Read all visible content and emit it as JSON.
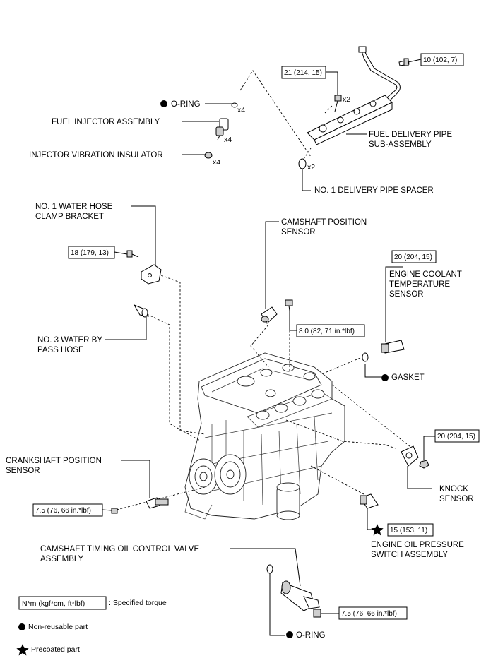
{
  "labels": {
    "o_ring_top": "O-RING",
    "x4_oring": "x4",
    "fuel_injector": "FUEL INJECTOR ASSEMBLY",
    "x4_injector": "x4",
    "injector_vibration": "INJECTOR VIBRATION INSULATOR",
    "x4_insulator": "x4",
    "x2_bolt": "x2",
    "fuel_pipe_l1": "FUEL DELIVERY PIPE",
    "fuel_pipe_l2": "SUB-ASSEMBLY",
    "x2_spacer": "x2",
    "delivery_spacer": "NO. 1 DELIVERY PIPE SPACER",
    "water_hose_bracket_l1": "NO. 1 WATER HOSE",
    "water_hose_bracket_l2": "CLAMP BRACKET",
    "camshaft_sensor_l1": "CAMSHAFT POSITION",
    "camshaft_sensor_l2": "SENSOR",
    "coolant_sensor_l1": "ENGINE COOLANT",
    "coolant_sensor_l2": "TEMPERATURE",
    "coolant_sensor_l3": "SENSOR",
    "water_bypass_l1": "NO. 3 WATER BY",
    "water_bypass_l2": "PASS HOSE",
    "gasket": "GASKET",
    "crankshaft_sensor_l1": "CRANKSHAFT POSITION",
    "crankshaft_sensor_l2": "SENSOR",
    "knock_sensor_l1": "KNOCK",
    "knock_sensor_l2": "SENSOR",
    "oil_pressure_l1": "ENGINE OIL PRESSURE",
    "oil_pressure_l2": "SWITCH ASSEMBLY",
    "ocv_l1": "CAMSHAFT TIMING OIL CONTROL VALVE",
    "ocv_l2": "ASSEMBLY",
    "o_ring_bottom": "O-RING"
  },
  "torques": {
    "t_10": "10 (102, 7)",
    "t_21": "21 (214, 15)",
    "t_18": "18 (179, 13)",
    "t_20_coolant": "20 (204, 15)",
    "t_8": "8.0 (82, 71 in.*lbf)",
    "t_20_knock": "20 (204, 15)",
    "t_75_crank": "7.5 (76, 66 in.*lbf)",
    "t_15": "15 (153, 11)",
    "t_75_ocv": "7.5 (76, 66 in.*lbf)"
  },
  "legend": {
    "torque_box": "N*m (kgf*cm, ft*lbf)",
    "torque_desc": ": Specified torque",
    "non_reusable": "Non-reusable part",
    "precoated": "Precoated part"
  }
}
